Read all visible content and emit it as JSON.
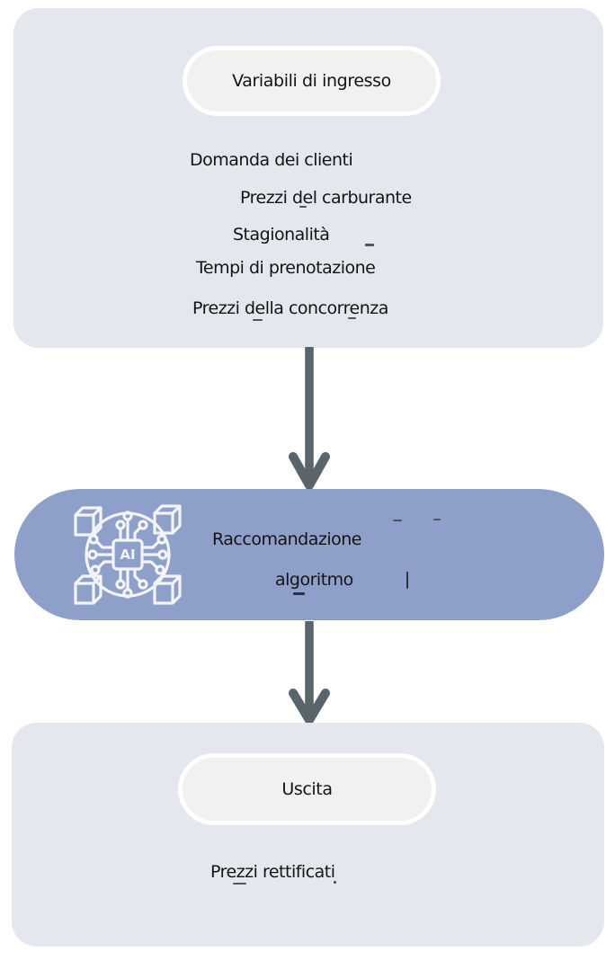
{
  "diagram": {
    "input_box": {
      "title": "Variabili di ingresso",
      "items": [
        "Domanda dei clienti",
        "Prezzi del carburante",
        "Stagionalità",
        "Tempi di prenotazione",
        "Prezzi della concorrenza"
      ]
    },
    "process": {
      "line1": "Raccomandazione",
      "line2": "algoritmo",
      "icon": "ai-chip-icon"
    },
    "output_box": {
      "title": "Uscita",
      "items": [
        "Prezzi rettificati"
      ]
    },
    "colors": {
      "panel_bg": "#e4e7ed",
      "pill_bg": "#f2f1f2",
      "pill_border": "#ffffff",
      "process_bg": "#8e9fc9",
      "arrow": "#59646b",
      "text": "#141414",
      "icon_stroke": "#f3f4f8"
    }
  }
}
